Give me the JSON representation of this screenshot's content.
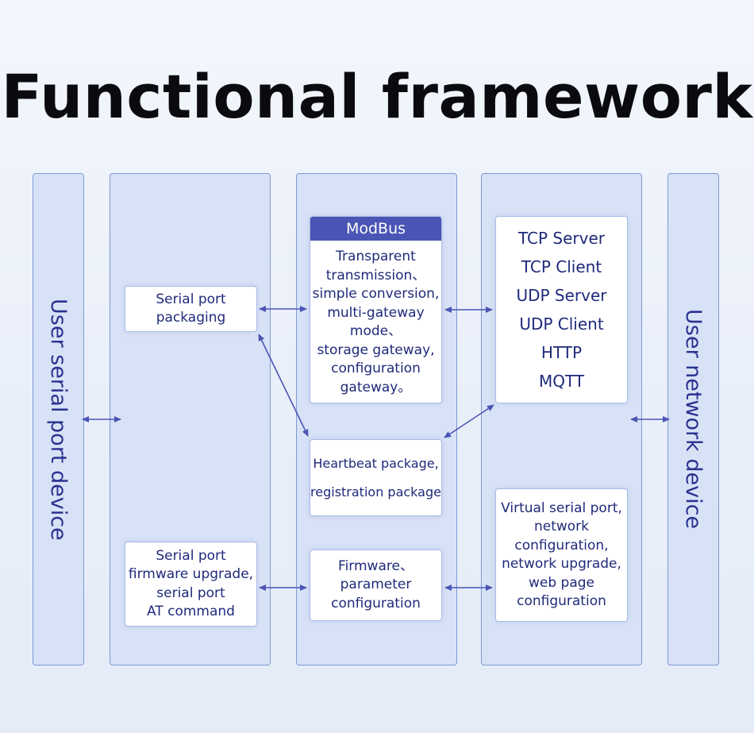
{
  "title": "Functional framework",
  "left_device": "User serial port device",
  "right_device": "User network device",
  "serial_packaging": [
    "Serial port",
    "packaging"
  ],
  "serial_upgrade": [
    "Serial port",
    "firmware upgrade,",
    "serial port",
    "AT command"
  ],
  "modbus": {
    "header": "ModBus",
    "lines": [
      "Transparent",
      "transmission、",
      "simple conversion,",
      "multi-gateway",
      "mode、",
      "storage gateway,",
      "configuration",
      "gateway。"
    ]
  },
  "heartbeat": [
    "Heartbeat package,",
    "registration package"
  ],
  "firmware_config": [
    "Firmware、",
    "parameter",
    "configuration"
  ],
  "protocols": [
    "TCP Server",
    "TCP Client",
    "UDP Server",
    "UDP Client",
    "HTTP",
    "MQTT"
  ],
  "virtual_config": [
    "Virtual serial port,",
    "network",
    "configuration,",
    "network upgrade,",
    "web page",
    "configuration"
  ],
  "colors": {
    "column_fill": "#d7e2f6",
    "column_border": "#7e98d4",
    "modbus_header": "#4a55b5",
    "arrow": "#4a55b5",
    "text": "#1f2a7a"
  }
}
